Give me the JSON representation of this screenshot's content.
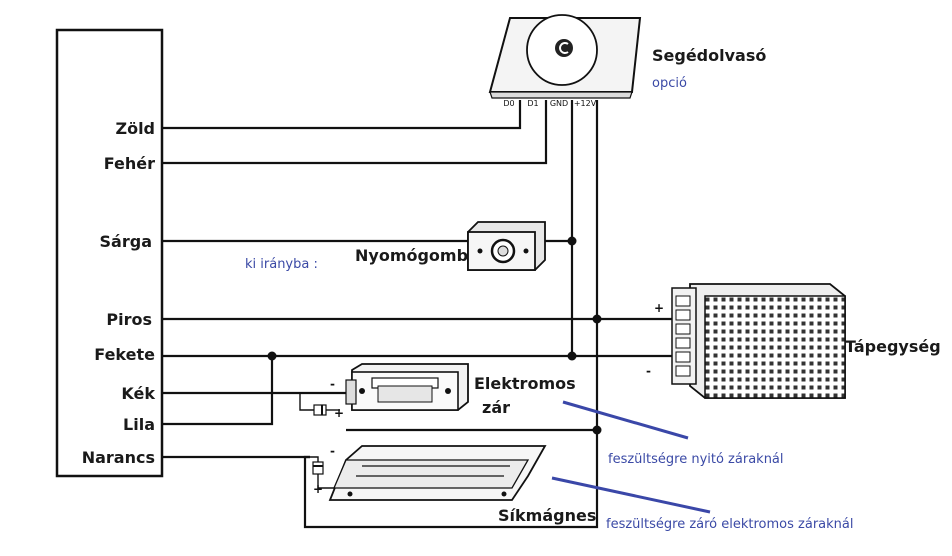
{
  "controller": {
    "wires": [
      "Zöld",
      "Fehér",
      "Sárga",
      "Piros",
      "Fekete",
      "Kék",
      "Lila",
      "Narancs"
    ]
  },
  "reader": {
    "label": "Segédolvasó",
    "option_label": "opció",
    "pins": [
      "D0",
      "D1",
      "GND",
      "+12V"
    ]
  },
  "button": {
    "label": "Nyomógomb"
  },
  "exit_note": "ki irányba  :",
  "psu": {
    "label": "Tápegység",
    "plus": "+",
    "minus": "-"
  },
  "strike": {
    "label_line1": "Elektromos",
    "label_line2": "zár",
    "minus": "-",
    "plus": "+"
  },
  "maglock": {
    "label": "Síkmágnes",
    "minus": "-",
    "plus": "+"
  },
  "notes": {
    "fail_secure": "feszültségre nyitó záraknál",
    "fail_safe": "feszültségre záró elektromos záraknál"
  },
  "colors": {
    "wire": "#111111",
    "note": "#3b4aa6",
    "arrow": "#3a47a8"
  }
}
